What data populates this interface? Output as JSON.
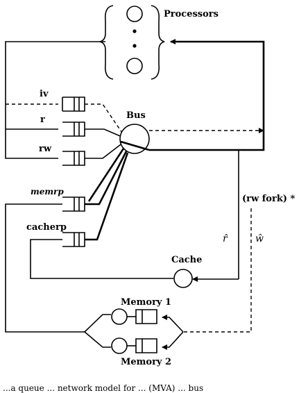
{
  "labels": {
    "processors": "Processors",
    "iv": "iv",
    "r": "r",
    "rw": "rw",
    "bus": "Bus",
    "memrp": "memrp",
    "cacherp": "cacherp",
    "rw_fork": "(rw fork) *",
    "r_hat": "r̂",
    "w_hat": "ŵ",
    "cache": "Cache",
    "memory1": "Memory 1",
    "memory2": "Memory 2"
  },
  "caption_partial": "...a queue ... network model for ... (MVA) ... bus"
}
